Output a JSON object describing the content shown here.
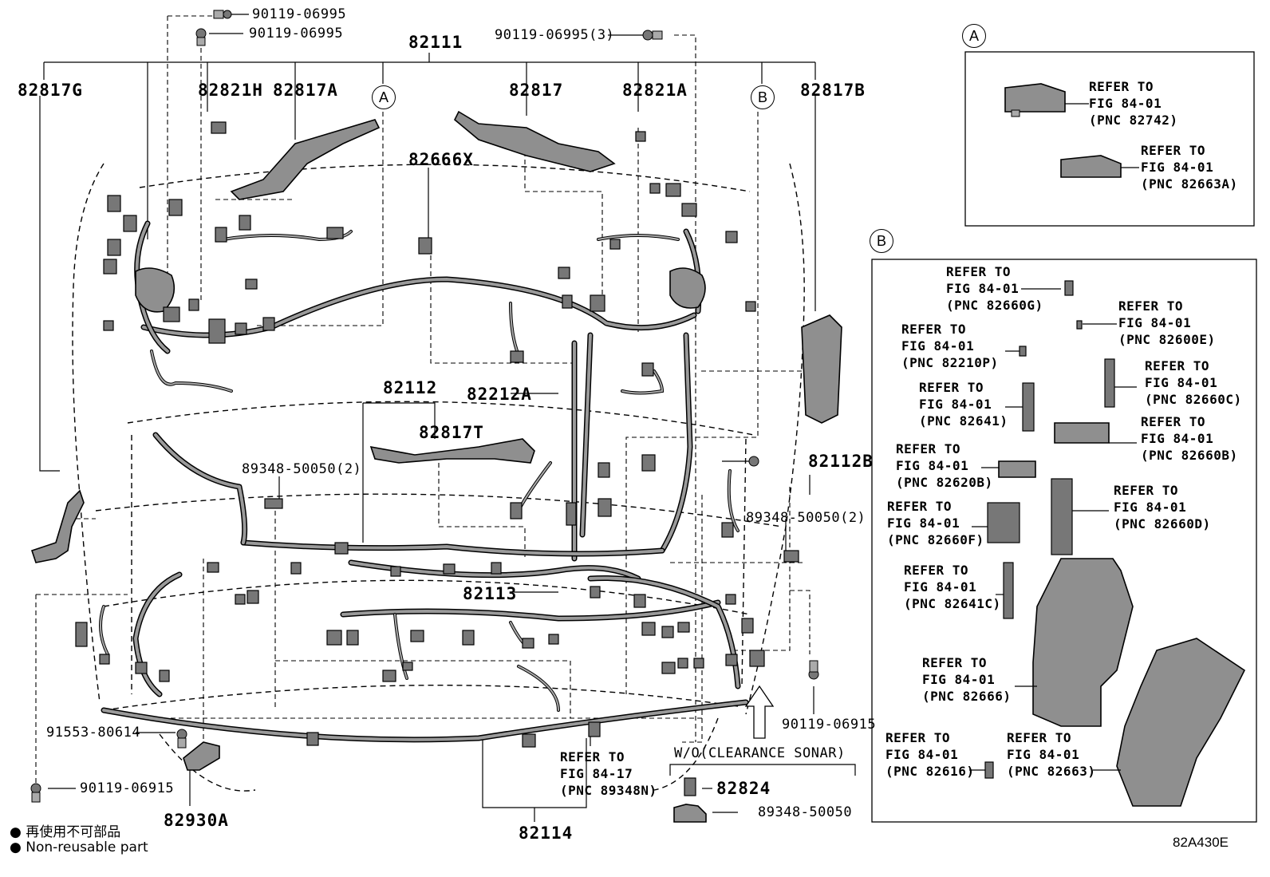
{
  "diagram": {
    "part_labels": {
      "p82111": "82111",
      "p82817G": "82817G",
      "p82821H": "82821H",
      "p82817A": "82817A",
      "p82817": "82817",
      "p82821A": "82821A",
      "p82817B": "82817B",
      "p82666X": "82666X",
      "p82112": "82112",
      "p82817T": "82817T",
      "p82212A": "82212A",
      "p82112B": "82112B",
      "p82113": "82113",
      "p82114": "82114",
      "p82930A": "82930A",
      "p82824": "82824",
      "b1": "90119-06995",
      "b2": "90119-06995",
      "b3": "90119-06995(3)",
      "c1": "89348-50050(2)",
      "c2": "89348-50050(2)",
      "c3": "89348-50050",
      "s1": "91553-80614",
      "s2": "90119-06915",
      "s3": "90119-06915",
      "wo": "W/O(CLEARANCE SONAR)"
    },
    "main_refer": "REFER TO\nFIG 84-17\n(PNC 89348N)",
    "markers": {
      "a": "A",
      "b": "B"
    },
    "inset_a": {
      "marker": "A",
      "refs": [
        "REFER TO\nFIG 84-01\n(PNC 82742)",
        "REFER TO\nFIG 84-01\n(PNC 82663A)"
      ]
    },
    "inset_b": {
      "marker": "B",
      "refs": [
        "REFER TO\nFIG 84-01\n(PNC 82660G)",
        "REFER TO\nFIG 84-01\n(PNC 82600E)",
        "REFER TO\nFIG 84-01\n(PNC 82210P)",
        "REFER TO\nFIG 84-01\n(PNC 82660C)",
        "REFER TO\nFIG 84-01\n(PNC 82641)",
        "REFER TO\nFIG 84-01\n(PNC 82660B)",
        "REFER TO\nFIG 84-01\n(PNC 82620B)",
        "REFER TO\nFIG 84-01\n(PNC 82660D)",
        "REFER TO\nFIG 84-01\n(PNC 82660F)",
        "REFER TO\nFIG 84-01\n(PNC 82641C)",
        "REFER TO\nFIG 84-01\n(PNC 82666)",
        "REFER TO\nFIG 84-01\n(PNC 82616)",
        "REFER TO\nFIG 84-01\n(PNC 82663)"
      ]
    },
    "legend": {
      "jp": "● 再使用不可部品",
      "en": "● Non-reusable part"
    },
    "code": "82A430E"
  }
}
